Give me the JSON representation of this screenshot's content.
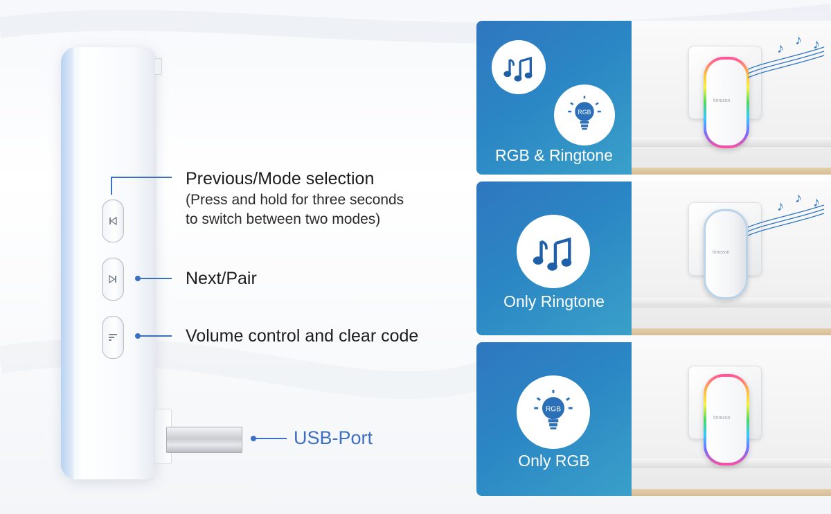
{
  "callouts": {
    "prev_title": "Previous/Mode selection",
    "prev_detail_1": "(Press and hold for three seconds",
    "prev_detail_2": "to switch between two modes)",
    "next": "Next/Pair",
    "volume": "Volume control and clear code",
    "usb": "USB-Port"
  },
  "modes": [
    {
      "title": "RGB & Ringtone",
      "icons": [
        "music-notes-icon",
        "rgb-bulb-icon"
      ],
      "bulb_label": "RGB"
    },
    {
      "title": "Only Ringtone",
      "icons": [
        "music-notes-icon"
      ]
    },
    {
      "title": "Only RGB",
      "icons": [
        "rgb-bulb-icon"
      ],
      "bulb_label": "RGB"
    }
  ],
  "brand_mark": "timezon",
  "colors": {
    "accent": "#3c6fc4",
    "panel_blue": "#2f77c0",
    "panel_teal": "#3aa0c9"
  }
}
